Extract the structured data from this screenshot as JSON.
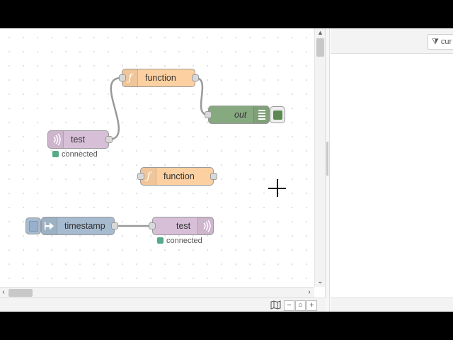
{
  "flow": {
    "nodes": {
      "function_top": {
        "label": "function",
        "icon": "function-icon"
      },
      "debug_out": {
        "label": "out",
        "icon": "debug-list-icon"
      },
      "mqtt_in": {
        "label": "test",
        "status": "connected",
        "icon": "mqtt-signal-icon"
      },
      "function_mid": {
        "label": "function",
        "icon": "function-icon"
      },
      "inject": {
        "label": "timestamp",
        "icon": "inject-arrow-icon"
      },
      "mqtt_out": {
        "label": "test",
        "status": "connected",
        "icon": "mqtt-signal-icon"
      }
    },
    "colors": {
      "function": "#fdd0a2",
      "mqtt": "#d8bfd8",
      "debug": "#87a980",
      "inject": "#a6bbcf",
      "status_connected": "#55aa88"
    }
  },
  "footer": {
    "map_icon": "map-icon",
    "zoom_out_label": "−",
    "zoom_reset_label": "○",
    "zoom_in_label": "+"
  },
  "sidebar": {
    "filter_label": "cur",
    "filter_icon": "filter-icon"
  }
}
